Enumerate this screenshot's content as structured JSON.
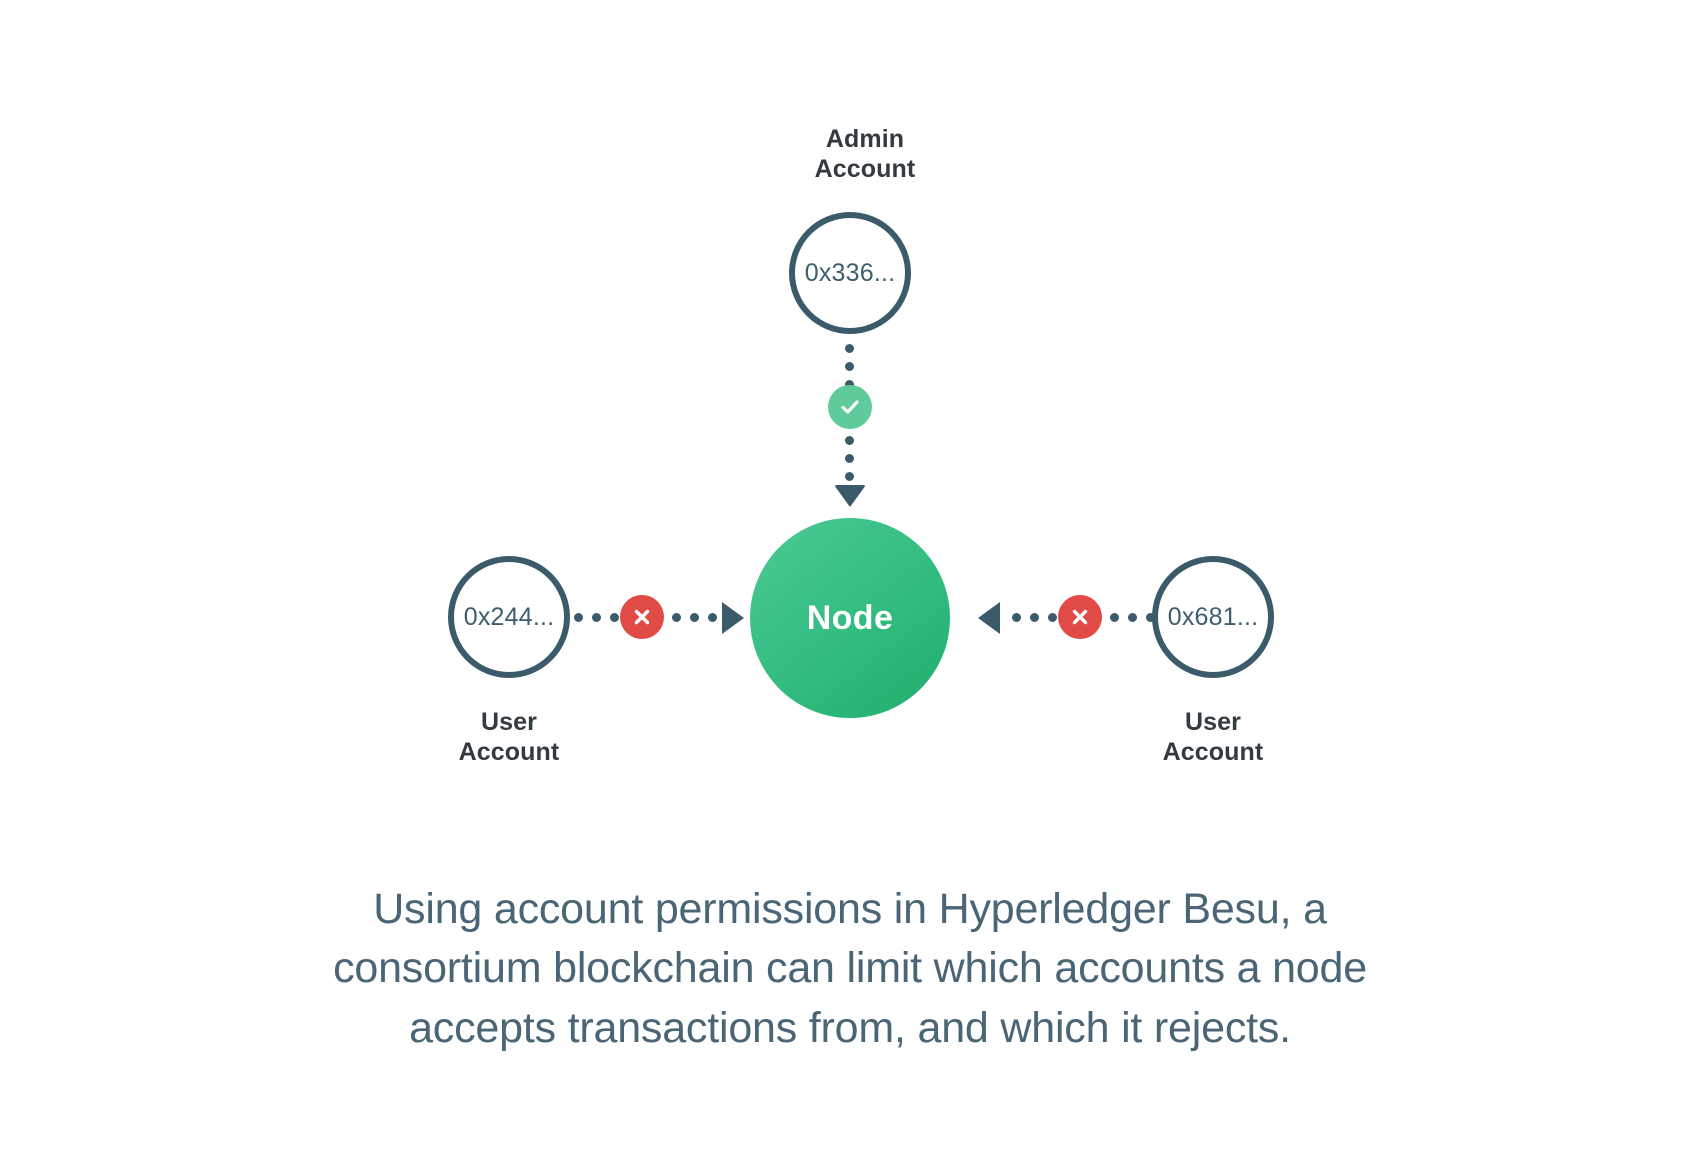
{
  "diagram": {
    "title_semantic": "account-permissions-diagram",
    "colors": {
      "node_green_light": "#4ec995",
      "node_green_dark": "#1fae6d",
      "allow_badge_green": "#5fcb9b",
      "deny_badge_red": "#e04b46",
      "stroke_slate": "#3b5b6b",
      "label_dark": "#333a40",
      "caption_slate": "#4a6575",
      "background": "#ffffff"
    },
    "central_node": {
      "label": "Node",
      "icon_name": "node-circle"
    },
    "accounts": [
      {
        "id": "admin",
        "label_line1": "Admin",
        "label_line2": "Account",
        "address": "0x336...",
        "permission": "allowed",
        "badge_icon": "check-icon",
        "connector_direction": "down"
      },
      {
        "id": "user-left",
        "label_line1": "User",
        "label_line2": "Account",
        "address": "0x244...",
        "permission": "rejected",
        "badge_icon": "x-icon",
        "connector_direction": "right"
      },
      {
        "id": "user-right",
        "label_line1": "User",
        "label_line2": "Account",
        "address": "0x681...",
        "permission": "rejected",
        "badge_icon": "x-icon",
        "connector_direction": "left"
      }
    ],
    "caption": {
      "line1": "Using account permissions in Hyperledger Besu, a",
      "line2": "consortium blockchain can limit which accounts a node",
      "line3": "accepts transactions from, and which it rejects."
    }
  }
}
